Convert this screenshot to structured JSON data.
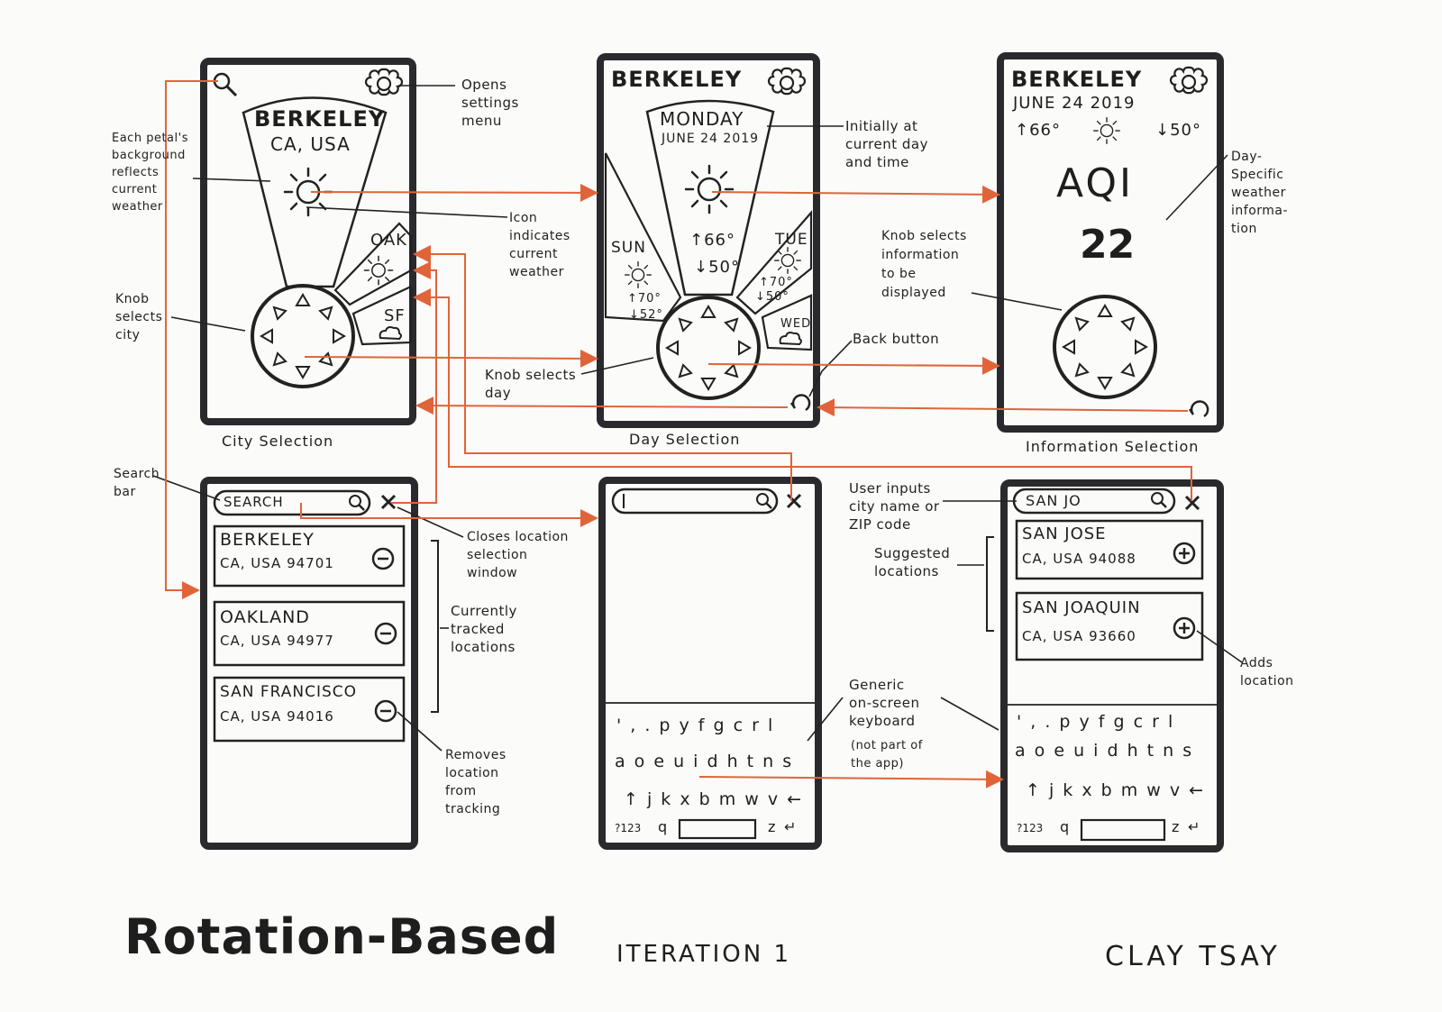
{
  "title": "Rotation-Based",
  "iteration": "ITERATION 1",
  "author": "CLAY TSAY",
  "screens": {
    "city": {
      "caption": "City Selection",
      "petal_city": "BERKELEY",
      "petal_region": "CA, USA",
      "oak": "OAK",
      "sf": "SF"
    },
    "day": {
      "caption": "Day Selection",
      "city": "BERKELEY",
      "day": "MONDAY",
      "date": "JUNE 24 2019",
      "high": "↑66°",
      "low": "↓50°",
      "sun_label": "SUN",
      "sun_high": "↑70°",
      "sun_low": "↓52°",
      "tue_label": "TUE",
      "tue_high": "↑70°",
      "tue_low": "↓50°",
      "wed_label": "WED"
    },
    "info": {
      "caption": "Information Selection",
      "city": "BERKELEY",
      "date": "JUNE 24 2019",
      "high": "↑66°",
      "low": "↓50°",
      "metric": "AQI",
      "value": "22"
    },
    "search": {
      "placeholder": "SEARCH",
      "locations": [
        {
          "name": "BERKELEY",
          "detail": "CA, USA 94701"
        },
        {
          "name": "OAKLAND",
          "detail": "CA, USA 94977"
        },
        {
          "name": "SAN FRANCISCO",
          "detail": "CA, USA 94016"
        }
      ]
    },
    "typing": {
      "query": "SAN JO",
      "suggestions": [
        {
          "name": "SAN JOSE",
          "detail": "CA, USA 94088"
        },
        {
          "name": "SAN JOAQUIN",
          "detail": "CA, USA 93660"
        }
      ]
    },
    "keyboard": {
      "row1": "' , . p y f g c r l",
      "row2": "a o e u i d h t n s",
      "row3": "↑ j k x b m w v ←",
      "key_123": "?123",
      "key_q": "q",
      "key_z": "z",
      "key_enter": "↵"
    }
  },
  "annotations": {
    "opens_settings": "Opens\nsettings\nmenu",
    "petal_background": "Each petal's\nbackground\nreflects\ncurrent\nweather",
    "icon_indicates": "Icon\nindicates\ncurrent\nweather",
    "knob_selects_city": "Knob\nselects\ncity",
    "initially_current": "Initially at\ncurrent day\nand time",
    "knob_selects_day": "Knob selects\nday",
    "day_specific": "Day-\nSpecific\nweather\ninforma-\ntion",
    "knob_selects_info": "Knob selects\ninformation\nto be\ndisplayed",
    "back_button": "Back button",
    "search_bar": "Search\nbar",
    "closes_location": "Closes location\nselection\nwindow",
    "currently_tracked": "Currently\ntracked\nlocations",
    "removes_location": "Removes\nlocation\nfrom\ntracking",
    "user_inputs": "User inputs\ncity name or\nZIP code",
    "suggested_locations": "Suggested\nlocations",
    "adds_location": "Adds\nlocation",
    "generic_keyboard": "Generic\non-screen\nkeyboard",
    "not_part": "(not part of\nthe app)"
  },
  "colors": {
    "ink": "#2a2a2e",
    "flow": "#e0643a",
    "paper": "#fbfbf9"
  }
}
